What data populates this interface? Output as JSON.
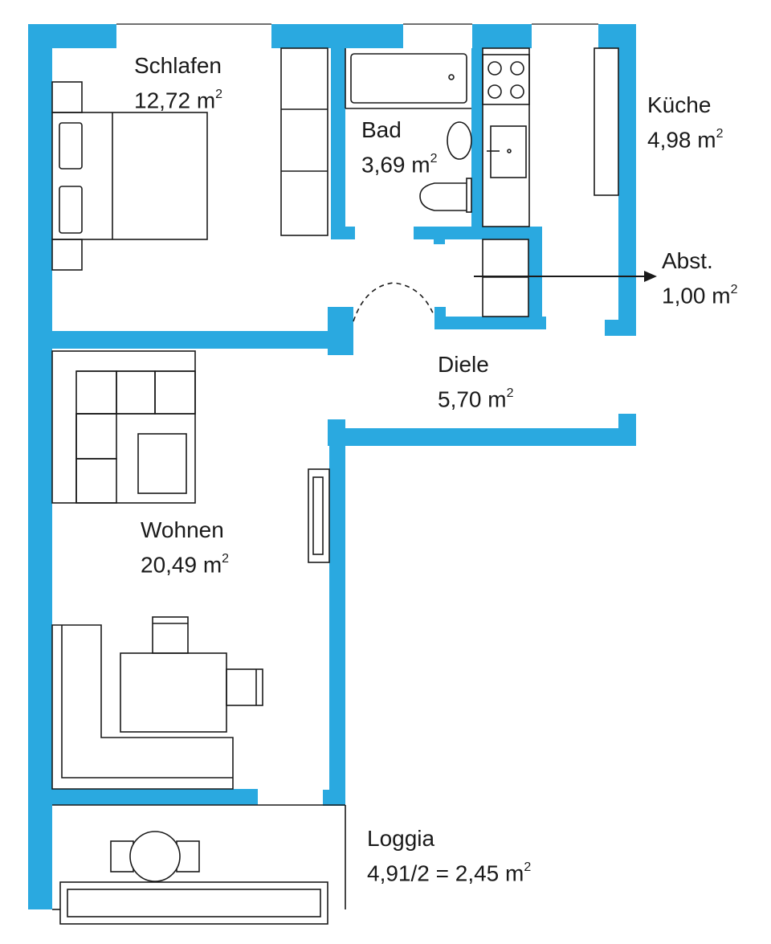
{
  "rooms": {
    "schlafen": {
      "name": "Schlafen",
      "area": "12,72 m",
      "exp": "2"
    },
    "bad": {
      "name": "Bad",
      "area": "3,69 m",
      "exp": "2"
    },
    "kueche": {
      "name": "Küche",
      "area": "4,98 m",
      "exp": "2"
    },
    "abst": {
      "name": "Abst.",
      "area": "1,00 m",
      "exp": "2"
    },
    "diele": {
      "name": "Diele",
      "area": "5,70 m",
      "exp": "2"
    },
    "wohnen": {
      "name": "Wohnen",
      "area": "20,49 m",
      "exp": "2"
    },
    "loggia": {
      "name": "Loggia",
      "area": "4,91/2 = 2,45 m",
      "exp": "2"
    }
  },
  "colors": {
    "wall": "#2aa9e0",
    "line": "#1a1a1a",
    "background": "#ffffff"
  }
}
